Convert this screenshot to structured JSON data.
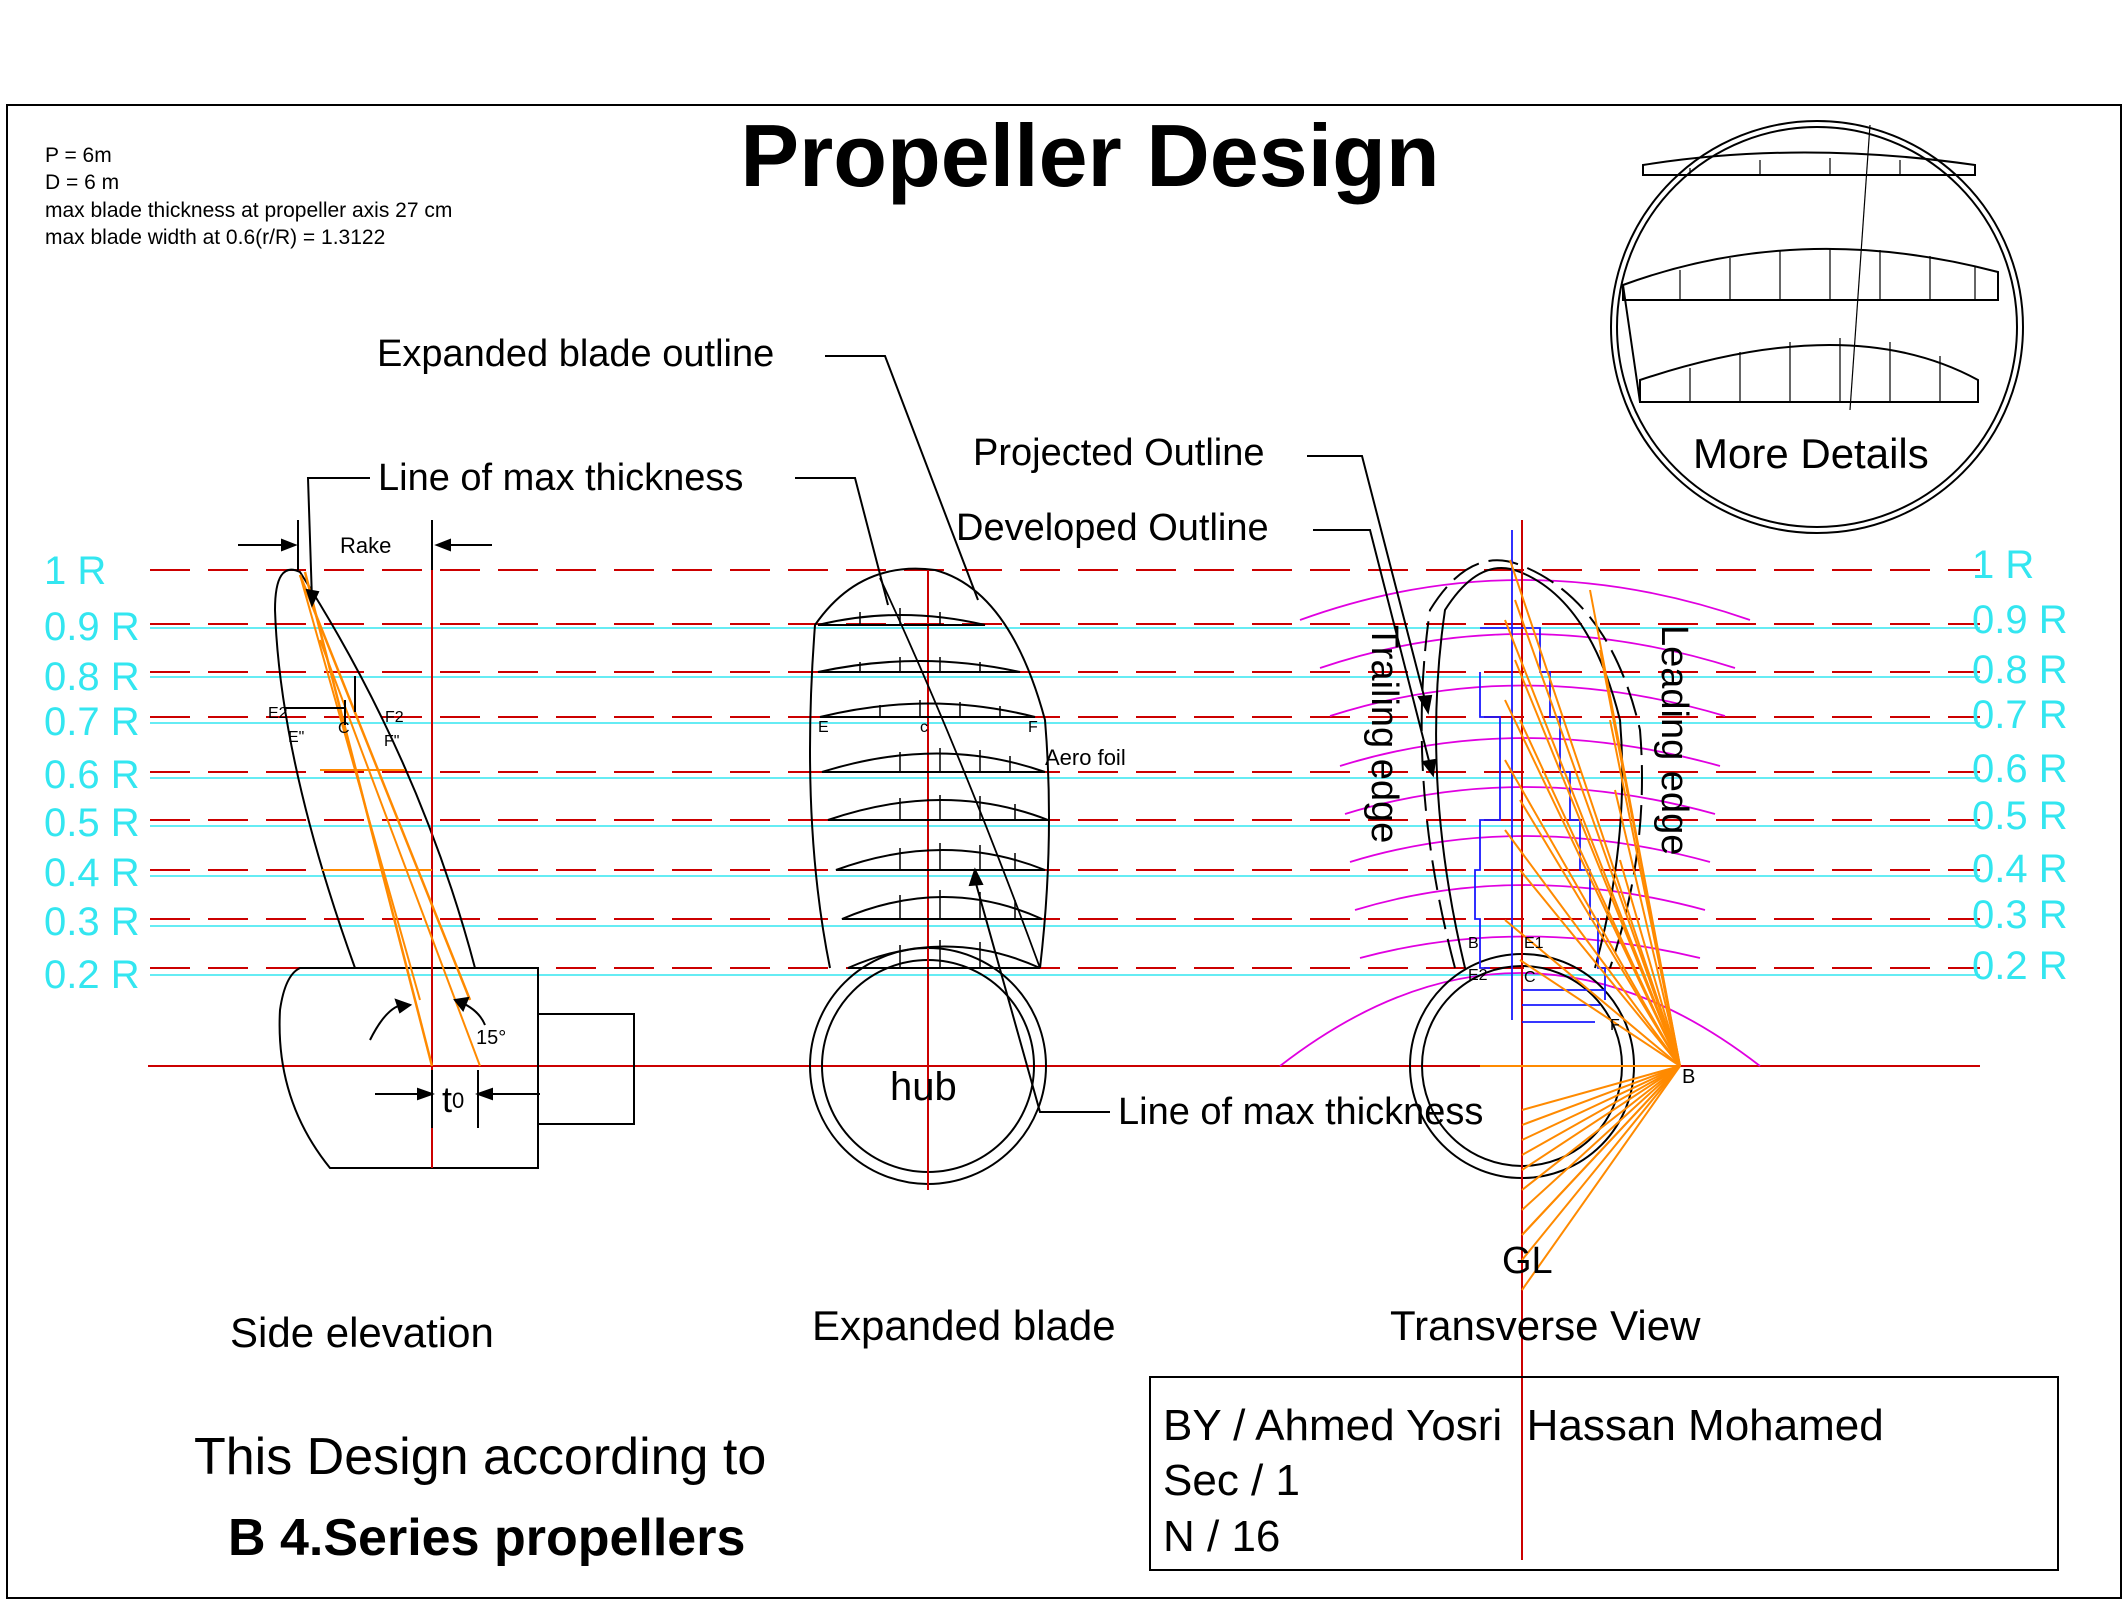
{
  "title": "Propeller Design",
  "specs": [
    "P = 6m",
    "D = 6 m",
    "max blade thickness at propeller axis 27 cm",
    "max blade width at 0.6(r/R) = 1.3122"
  ],
  "radius_labels": [
    "1 R",
    "0.9 R",
    "0.8 R",
    "0.7 R",
    "0.6 R",
    "0.5 R",
    "0.4 R",
    "0.3 R",
    "0.2 R"
  ],
  "callouts": {
    "expanded_blade_outline": "Expanded blade outline",
    "line_of_max_thickness": "Line of max thickness",
    "line_of_max_thickness_2": "Line of max thickness",
    "projected_outline": "Projected Outline",
    "developed_outline": "Developed Outline",
    "more_details": "More Details",
    "trailing_edge": "Trailing edge",
    "leading_edge": "Leading edge",
    "aero_foil": "Aero foil",
    "hub": "hub",
    "gl": "GL"
  },
  "side_elevation": {
    "rake": "Rake",
    "angle": "15°",
    "t0": "t",
    "t0_sub": "0",
    "points": {
      "e2": "E2",
      "c": "C",
      "f2": "F2",
      "e_dd": "E\"",
      "f_dd": "F\""
    }
  },
  "expanded_points": {
    "e": "E",
    "c": "c",
    "f": "F"
  },
  "transverse_points": {
    "b": "B",
    "e1": "E1",
    "e2": "E2",
    "c": "C",
    "f": "F",
    "b_small": "B"
  },
  "view_labels": {
    "side_elevation": "Side elevation",
    "expanded_blade": "Expanded blade",
    "transverse_view": "Transverse View"
  },
  "design_note": {
    "line1": "This Design according to",
    "line2": "B 4.Series propellers"
  },
  "author_box": {
    "by": "BY / Ahmed Yosri  Hassan Mohamed",
    "sec": "Sec / 1",
    "n": "N / 16"
  },
  "colors": {
    "frame": "#000000",
    "dashed_red": "#cc0000",
    "cyan": "#33e6f0",
    "orange": "#ff8a00",
    "magenta": "#e000e0",
    "blue": "#1a1aff"
  }
}
